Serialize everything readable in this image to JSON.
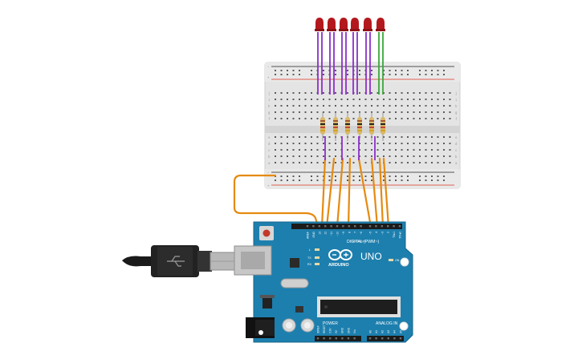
{
  "breadboard": {
    "row_letters_top": [
      "j",
      "i",
      "h",
      "g",
      "f"
    ],
    "row_letters_bottom": [
      "e",
      "d",
      "c",
      "b",
      "a"
    ],
    "plus_sign": "+",
    "minus_sign": "−"
  },
  "arduino": {
    "brand": "ARDUINO",
    "model": "UNO",
    "digital_label": "DIGITAL (PWM~)",
    "power_label": "POWER",
    "analog_label": "ANALOG IN",
    "on_label": "ON",
    "l_label": "L",
    "tx_label": "TX",
    "rx_label": "RX",
    "digital_pins": [
      "AREF",
      "GND",
      "13",
      "12",
      "~11",
      "~10",
      "~9",
      "8",
      "7",
      "~6",
      "~5",
      "4",
      "~3",
      "2",
      "TX▸1",
      "RX◂0"
    ],
    "power_pins": [
      "IOREF",
      "RESET",
      "3.3V",
      "5V",
      "GND",
      "GND",
      "Vin"
    ],
    "analog_pins": [
      "A0",
      "A1",
      "A2",
      "A3",
      "A4",
      "A5"
    ]
  },
  "colors": {
    "board": "#1d7fae",
    "breadboard": "#e6e6e6",
    "led": "#b3181d",
    "wire_purple": "#8b2fc9",
    "wire_green": "#3aa83a",
    "wire_orange": "#e58a10",
    "usb_cable": "#1a1a1a"
  },
  "leds": [
    {
      "wire": "purple"
    },
    {
      "wire": "purple"
    },
    {
      "wire": "purple"
    },
    {
      "wire": "purple"
    },
    {
      "wire": "purple"
    },
    {
      "wire": "green"
    }
  ]
}
